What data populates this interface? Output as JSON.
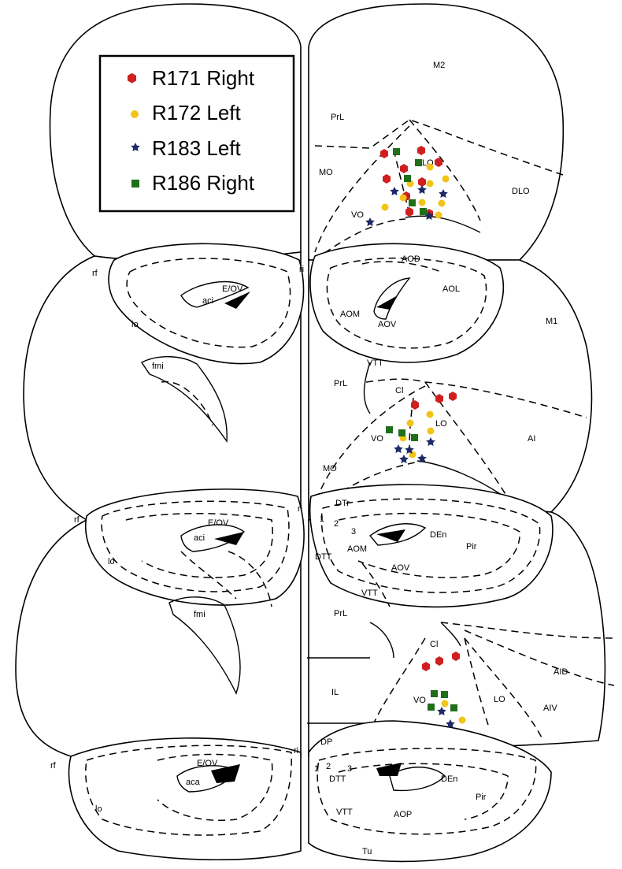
{
  "legend": [
    {
      "label": "R171 Right",
      "marker": "hexagon",
      "color": "#d01f1f"
    },
    {
      "label": "R172 Left",
      "marker": "circle",
      "color": "#f2c418"
    },
    {
      "label": "R183 Left",
      "marker": "star",
      "color": "#1d2a66"
    },
    {
      "label": "R186 Right",
      "marker": "square",
      "color": "#1f6e1a"
    }
  ],
  "section1": {
    "M2": "M2",
    "PrL": "PrL",
    "MO": "MO",
    "LO": "LO",
    "DLO": "DLO",
    "VO": "VO"
  },
  "section2": {
    "rf": "rf",
    "ri": "ri",
    "lo": "lo",
    "aci": "aci",
    "EOV": "E/OV",
    "fmi": "fmi",
    "AOD": "AOD",
    "AOL": "AOL",
    "AOM": "AOM",
    "AOV": "AOV",
    "VTT": "VTT",
    "M1": "M1"
  },
  "section3": {
    "PrL": "PrL",
    "Cl": "Cl",
    "LO": "LO",
    "AI": "AI",
    "VO": "VO",
    "MO": "MO"
  },
  "section4": {
    "rf": "rf",
    "ri": "ri",
    "lo": "lo",
    "aci": "aci",
    "EOV": "E/OV",
    "fmi": "fmi",
    "DTr": "DTr",
    "n1": "1",
    "n2": "2",
    "n3": "3",
    "DTT": "DTT",
    "AOM": "AOM",
    "AOV": "AOV",
    "VTT": "VTT",
    "DEn": "DEn",
    "Pir": "Pir"
  },
  "section5": {
    "PrL": "PrL",
    "Cl": "Cl",
    "AID": "AID",
    "IL": "IL",
    "LO": "LO",
    "AIV": "AIV",
    "VO": "VO"
  },
  "section6": {
    "DP": "DP",
    "rf": "rf",
    "ri": "ri",
    "lo": "lo",
    "aca": "aca",
    "EOV": "E/OV",
    "n1": "1",
    "n2": "2",
    "n3": "3",
    "DTT": "DTT",
    "DEn": "DEn",
    "Pir": "Pir",
    "VTT": "VTT",
    "AOP": "AOP",
    "Tu": "Tu"
  }
}
